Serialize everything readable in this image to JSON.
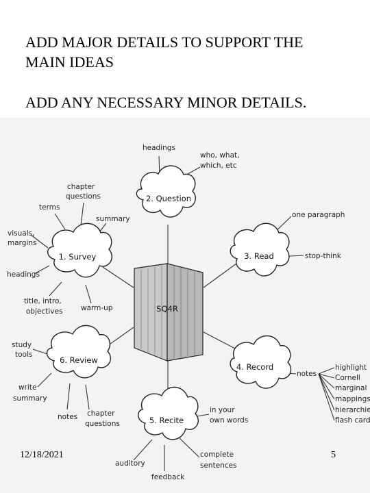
{
  "slide": {
    "heading_1": "ADD MAJOR DETAILS TO SUPPORT THE\nMAIN IDEAS",
    "heading_2": "ADD ANY NECESSARY MINOR DETAILS.",
    "date": "12/18/2021",
    "page_number": "5"
  },
  "diagram": {
    "center": "SQ4R",
    "hubs": {
      "survey": "1. Survey",
      "question": "2. Question",
      "read": "3. Read",
      "record": "4. Record",
      "recite": "5. Recite",
      "review": "6. Review"
    },
    "details": {
      "survey": [
        "terms",
        "chapter",
        "questions",
        "summary",
        "visuals,",
        "margins",
        "headings",
        "title, intro,",
        "objectives",
        "warm-up"
      ],
      "question": [
        "headings",
        "who, what,",
        "which, etc"
      ],
      "read": [
        "one paragraph",
        "stop-think"
      ],
      "record": [
        "notes",
        "highlight",
        "Cornell",
        "marginal",
        "mappings/",
        "hierarchies",
        "flash cards"
      ],
      "recite": [
        "in your",
        "own words",
        "complete",
        "sentences",
        "auditory",
        "feedback"
      ],
      "review": [
        "study",
        "tools",
        "write",
        "summary",
        "notes",
        "chapter",
        "questions"
      ]
    }
  }
}
